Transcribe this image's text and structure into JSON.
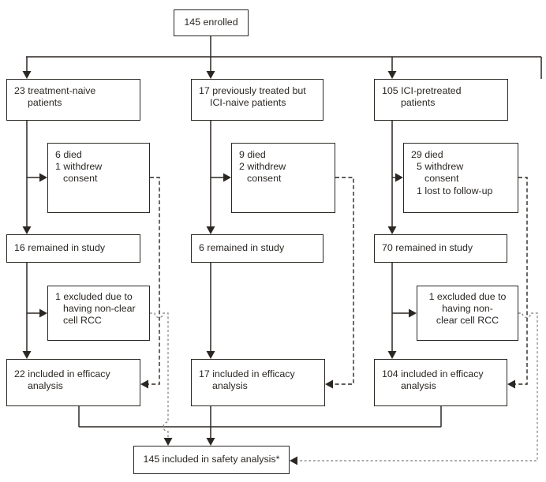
{
  "figure": {
    "enrolled": "145 enrolled",
    "columns": [
      {
        "top": [
          "23 treatment-naive",
          "patients"
        ],
        "dropout": [
          "6 died",
          "1 withdrew",
          "consent"
        ],
        "remained": "16 remained in study",
        "excluded": [
          "1 excluded due to",
          "having non-clear",
          "cell RCC"
        ],
        "efficacy": [
          "22 included in efficacy",
          "analysis"
        ]
      },
      {
        "top": [
          "17 previously treated but",
          "ICI-naive patients"
        ],
        "dropout": [
          "9 died",
          "2 withdrew",
          "consent"
        ],
        "remained": "6 remained in study",
        "efficacy": [
          "17 included in efficacy",
          "analysis"
        ]
      },
      {
        "top": [
          "105 ICI-pretreated",
          "patients"
        ],
        "dropout": [
          "29 died",
          "5 withdrew",
          "consent",
          "1 lost to follow-up"
        ],
        "remained": "70 remained in study",
        "excluded": [
          "1 excluded due to",
          "having non-",
          "clear cell RCC"
        ],
        "efficacy": [
          "104 included in efficacy",
          "analysis"
        ]
      }
    ],
    "safety": "145 included in safety analysis*",
    "colors": {
      "line": "#2b2723",
      "dashed_primary": "#2b2723",
      "dashed_secondary": "#8f8f8f",
      "background": "#ffffff"
    }
  }
}
